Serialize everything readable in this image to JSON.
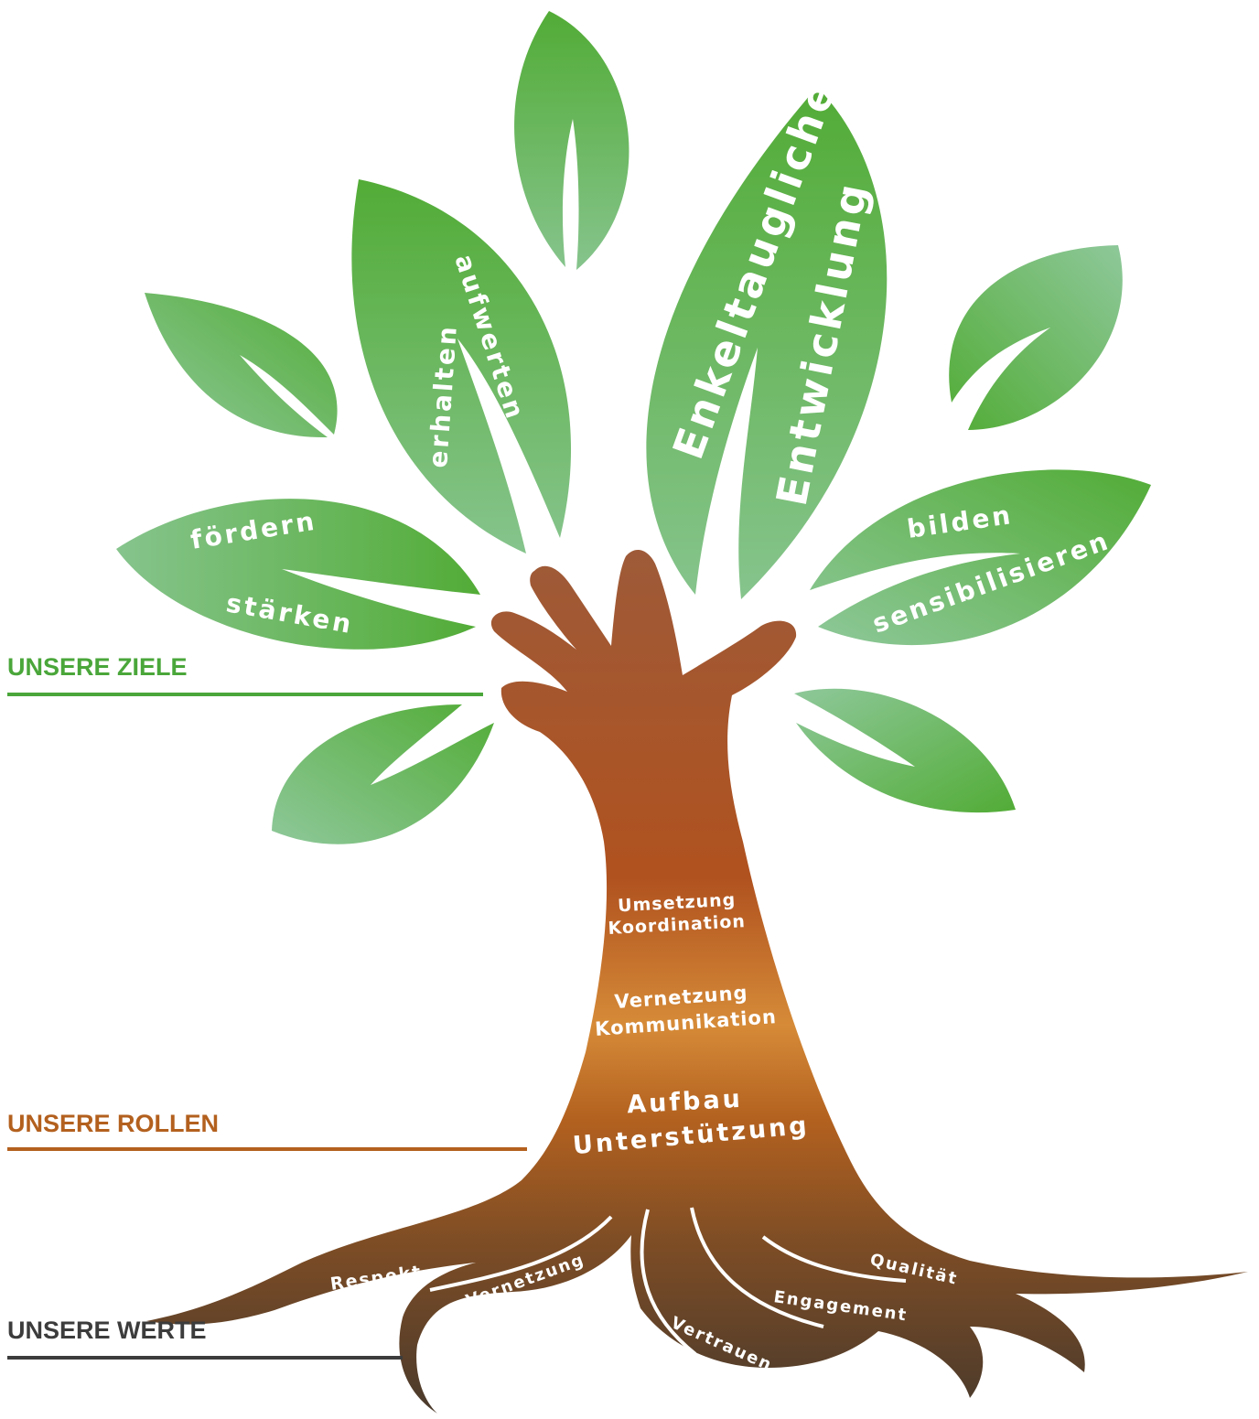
{
  "sections": {
    "goals": {
      "label": "UNSERE ZIELE",
      "color": "#4aa63a"
    },
    "roles": {
      "label": "UNSERE ROLLEN",
      "color": "#b3601e"
    },
    "values": {
      "label": "UNSERE WERTE",
      "color": "#3c3c3c"
    }
  },
  "leaves": {
    "main": {
      "line1": "Enkeltaugliche",
      "line2": "Entwicklung"
    },
    "left_upper": {
      "line1": "erhalten",
      "line2": "aufwerten"
    },
    "left_lower": {
      "line1": "fördern",
      "line2": "stärken"
    },
    "right": {
      "line1": "bilden",
      "line2": "sensibilisieren"
    }
  },
  "trunk": {
    "role1": {
      "line1": "Umsetzung",
      "line2": "Koordination"
    },
    "role2": {
      "line1": "Vernetzung",
      "line2": "Kommunikation"
    },
    "role3": {
      "line1": "Aufbau",
      "line2": "Unterstützung"
    }
  },
  "roots": {
    "respekt": "Respekt",
    "vernetzung": "Vernetzung",
    "vertrauen": "Vertrauen",
    "engagement": "Engagement",
    "qualitaet": "Qualität"
  },
  "colors": {
    "leaf_dark": "#52ac36",
    "leaf_light": "#8ec89a",
    "trunk_top": "#9e5a38",
    "trunk_mid": "#b2561f",
    "trunk_glow": "#d68b38",
    "trunk_bottom": "#4a3a2c"
  }
}
